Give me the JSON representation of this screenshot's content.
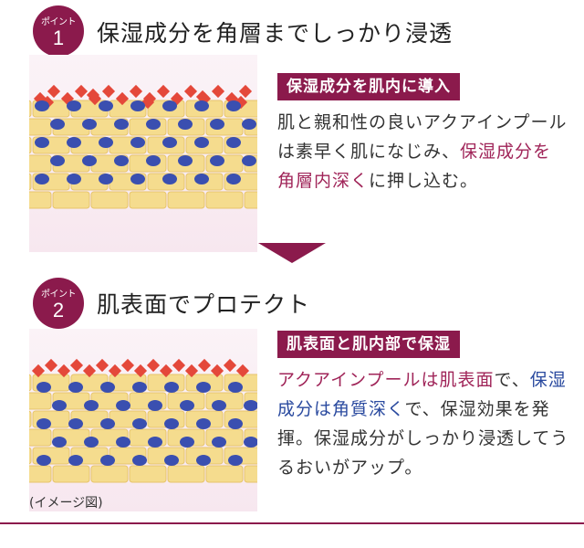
{
  "points": [
    {
      "badge_label": "ポイント",
      "badge_number": "1",
      "heading": "保湿成分を角層までしっかり浸透",
      "tag": "保湿成分を肌内に導入",
      "desc_parts": [
        {
          "text": "肌と親和性の良いアクアインプールは素早く肌になじみ、",
          "color": "normal"
        },
        {
          "text": "保湿成分を角層内深く",
          "color": "magenta"
        },
        {
          "text": "に押し込む。",
          "color": "normal"
        }
      ]
    },
    {
      "badge_label": "ポイント",
      "badge_number": "2",
      "heading": "肌表面でプロテクト",
      "tag": "肌表面と肌内部で保湿",
      "desc_parts": [
        {
          "text": "アクアインプールは肌表面",
          "color": "magenta"
        },
        {
          "text": "で、",
          "color": "normal"
        },
        {
          "text": "保湿成分は角質深く",
          "color": "blue"
        },
        {
          "text": "で、保湿効果を発揮。保湿成分がしっかり浸透してうるおいがアップ。",
          "color": "normal"
        }
      ]
    }
  ],
  "caption": "(イメージ図)",
  "colors": {
    "accent": "#8b1a4c",
    "magenta_text": "#a02559",
    "blue_text": "#2a4a9f",
    "diamond": "#e4483a",
    "dot": "#3a4fb0",
    "cell": "#f5dc8e"
  },
  "icons": {
    "arrow": "down-triangle-icon"
  }
}
